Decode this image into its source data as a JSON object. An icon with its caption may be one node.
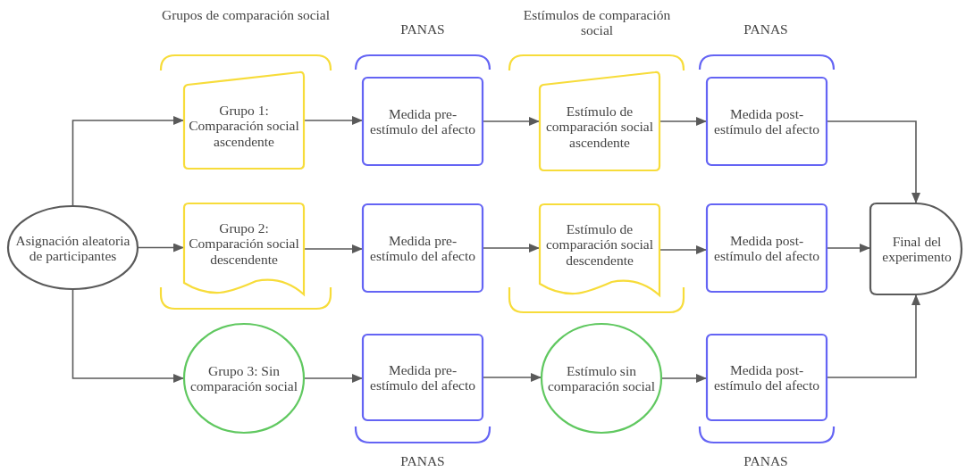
{
  "diagram": {
    "nodes": [
      {
        "text": [
          "Asignación aleatoria de participantes"
        ]
      },
      {
        "text": [
          "Grupo 1: Comparación social ascendente"
        ]
      },
      {
        "text": [
          "Medida pre-estímulo del afecto"
        ]
      },
      {
        "text": [
          "Estímulo de comparación social ascendente"
        ]
      },
      {
        "text": [
          "Medida post-estímulo del afecto"
        ]
      },
      {
        "text": [
          "Grupo 2: Comparación social descendente"
        ]
      },
      {
        "text": [
          "Medida pre-estímulo del afecto"
        ]
      },
      {
        "text": [
          "Estímulo de comparación social descendente"
        ]
      },
      {
        "text": [
          "Medida post-estímulo del afecto"
        ]
      },
      {
        "text": [
          "Final del experimento"
        ]
      },
      {
        "text": [
          "Grupo 3: Sin comparación social"
        ]
      },
      {
        "text": [
          "Medida pre-estímulo del afecto"
        ]
      },
      {
        "text": [
          "Estímulo sin comparación social"
        ]
      },
      {
        "text": [
          "Medida post-estímulo del afecto"
        ]
      }
    ],
    "edges": [
      {
        "from": 0,
        "to": 1,
        "arrow": "to"
      },
      {
        "from": 0,
        "to": 5,
        "arrow": "to"
      },
      {
        "from": 0,
        "to": 10,
        "arrow": "to"
      },
      {
        "from": 1,
        "to": 2,
        "arrow": "to"
      },
      {
        "from": 2,
        "to": 3,
        "arrow": "to"
      },
      {
        "from": 3,
        "to": 4,
        "arrow": "to"
      },
      {
        "from": 4,
        "to": 9,
        "arrow": "to"
      },
      {
        "from": 5,
        "to": 6,
        "arrow": "to"
      },
      {
        "from": 6,
        "to": 7,
        "arrow": "to"
      },
      {
        "from": 7,
        "to": 8,
        "arrow": "to"
      },
      {
        "from": 8,
        "to": 9,
        "arrow": "to"
      },
      {
        "from": 10,
        "to": 11,
        "arrow": "to"
      },
      {
        "from": 11,
        "to": 12,
        "arrow": "to"
      },
      {
        "from": 12,
        "to": 13,
        "arrow": "to"
      },
      {
        "from": 13,
        "to": 9,
        "arrow": "to"
      }
    ],
    "labels": [
      "Grupos de comparación social",
      "PANAS",
      "Estímulos de comparación social",
      "PANAS",
      "PANAS",
      "PANAS"
    ]
  }
}
